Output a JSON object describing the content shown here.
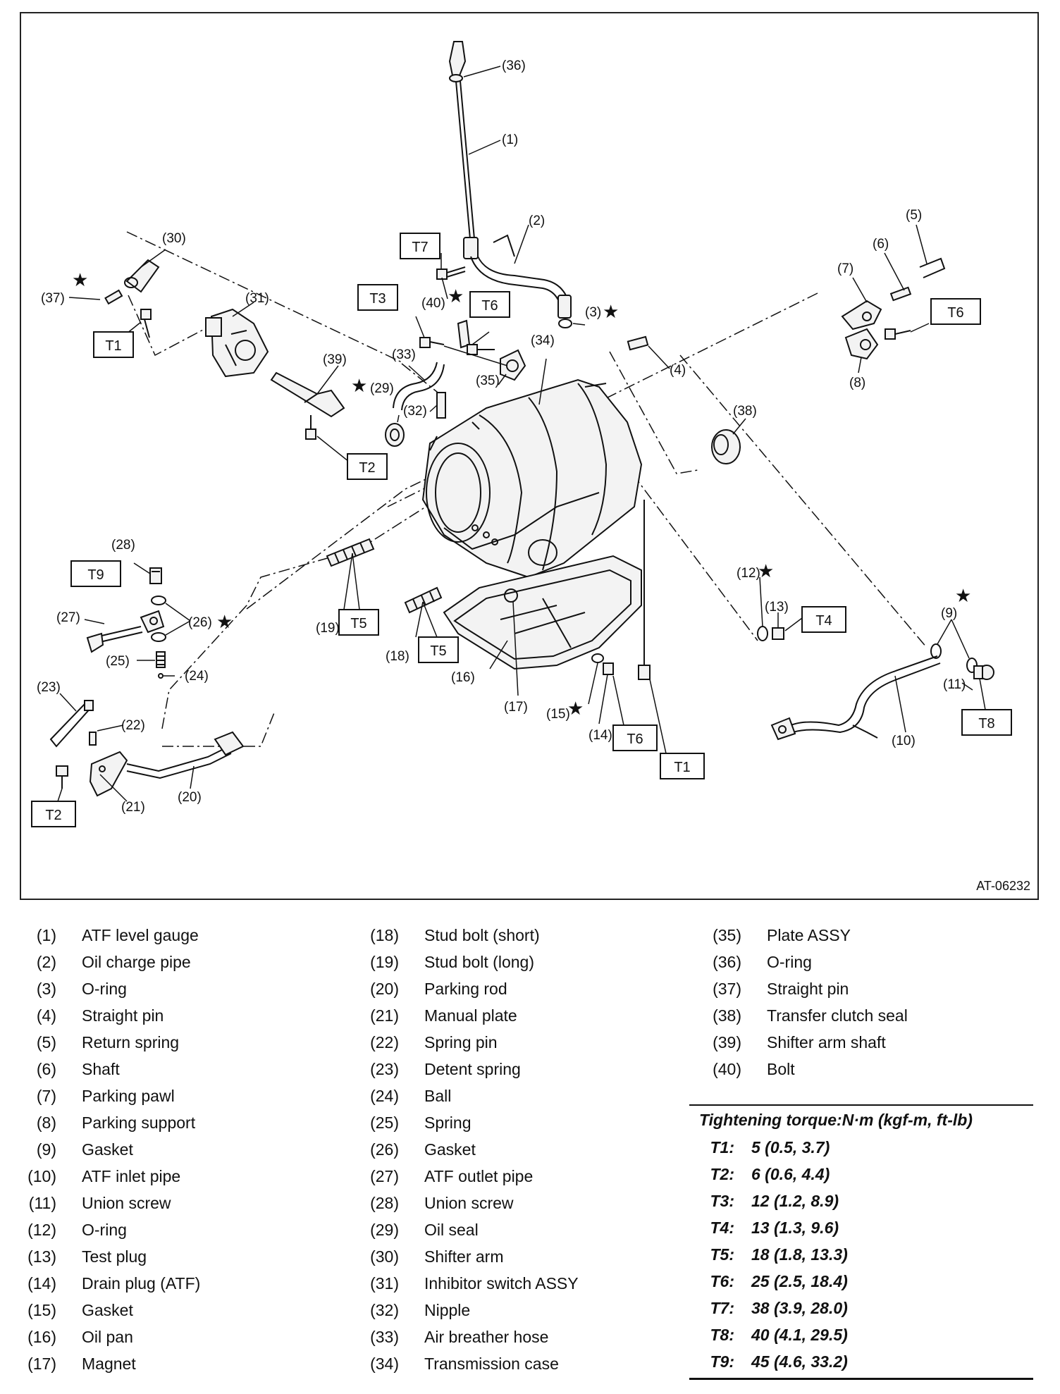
{
  "figure_id": "AT-06232",
  "callouts": {
    "c1": "(1)",
    "c2": "(2)",
    "c3": "(3)",
    "c4": "(4)",
    "c5": "(5)",
    "c6": "(6)",
    "c7": "(7)",
    "c8": "(8)",
    "c9": "(9)",
    "c10": "(10)",
    "c11": "(11)",
    "c12": "(12)",
    "c13": "(13)",
    "c14": "(14)",
    "c15": "(15)",
    "c16": "(16)",
    "c17": "(17)",
    "c18": "(18)",
    "c19": "(19)",
    "c20": "(20)",
    "c21": "(21)",
    "c22": "(22)",
    "c23": "(23)",
    "c24": "(24)",
    "c25": "(25)",
    "c26": "(26)",
    "c27": "(27)",
    "c28": "(28)",
    "c29": "(29)",
    "c30": "(30)",
    "c31": "(31)",
    "c32": "(32)",
    "c33": "(33)",
    "c34": "(34)",
    "c35": "(35)",
    "c36": "(36)",
    "c37": "(37)",
    "c38": "(38)",
    "c39": "(39)",
    "c40": "(40)"
  },
  "torque_tags": {
    "T1": "T1",
    "T2": "T2",
    "T3": "T3",
    "T4": "T4",
    "T5": "T5",
    "T6": "T6",
    "T7": "T7",
    "T8": "T8",
    "T9": "T9"
  },
  "star": "★",
  "legend": {
    "col1": [
      {
        "num": "(1)",
        "name": "ATF level gauge"
      },
      {
        "num": "(2)",
        "name": "Oil charge pipe"
      },
      {
        "num": "(3)",
        "name": "O-ring"
      },
      {
        "num": "(4)",
        "name": "Straight pin"
      },
      {
        "num": "(5)",
        "name": "Return spring"
      },
      {
        "num": "(6)",
        "name": "Shaft"
      },
      {
        "num": "(7)",
        "name": "Parking pawl"
      },
      {
        "num": "(8)",
        "name": "Parking support"
      },
      {
        "num": "(9)",
        "name": "Gasket"
      },
      {
        "num": "(10)",
        "name": "ATF inlet pipe"
      },
      {
        "num": "(11)",
        "name": "Union screw"
      },
      {
        "num": "(12)",
        "name": "O-ring"
      },
      {
        "num": "(13)",
        "name": "Test plug"
      },
      {
        "num": "(14)",
        "name": "Drain plug (ATF)"
      },
      {
        "num": "(15)",
        "name": "Gasket"
      },
      {
        "num": "(16)",
        "name": "Oil pan"
      },
      {
        "num": "(17)",
        "name": "Magnet"
      }
    ],
    "col2": [
      {
        "num": "(18)",
        "name": "Stud bolt (short)"
      },
      {
        "num": "(19)",
        "name": "Stud bolt (long)"
      },
      {
        "num": "(20)",
        "name": "Parking rod"
      },
      {
        "num": "(21)",
        "name": "Manual plate"
      },
      {
        "num": "(22)",
        "name": "Spring pin"
      },
      {
        "num": "(23)",
        "name": "Detent spring"
      },
      {
        "num": "(24)",
        "name": "Ball"
      },
      {
        "num": "(25)",
        "name": "Spring"
      },
      {
        "num": "(26)",
        "name": "Gasket"
      },
      {
        "num": "(27)",
        "name": "ATF outlet pipe"
      },
      {
        "num": "(28)",
        "name": "Union screw"
      },
      {
        "num": "(29)",
        "name": "Oil seal"
      },
      {
        "num": "(30)",
        "name": "Shifter arm"
      },
      {
        "num": "(31)",
        "name": "Inhibitor switch ASSY"
      },
      {
        "num": "(32)",
        "name": "Nipple"
      },
      {
        "num": "(33)",
        "name": "Air breather hose"
      },
      {
        "num": "(34)",
        "name": "Transmission case"
      }
    ],
    "col3": [
      {
        "num": "(35)",
        "name": "Plate ASSY"
      },
      {
        "num": "(36)",
        "name": "O-ring"
      },
      {
        "num": "(37)",
        "name": "Straight pin"
      },
      {
        "num": "(38)",
        "name": "Transfer clutch seal"
      },
      {
        "num": "(39)",
        "name": "Shifter arm shaft"
      },
      {
        "num": "(40)",
        "name": "Bolt"
      }
    ]
  },
  "torque": {
    "title": "Tightening torque:N·m (kgf-m, ft-lb)",
    "rows": [
      {
        "code": "T1:",
        "value": "5 (0.5, 3.7)"
      },
      {
        "code": "T2:",
        "value": "6 (0.6, 4.4)"
      },
      {
        "code": "T3:",
        "value": "12 (1.2, 8.9)"
      },
      {
        "code": "T4:",
        "value": "13 (1.3, 9.6)"
      },
      {
        "code": "T5:",
        "value": "18 (1.8, 13.3)"
      },
      {
        "code": "T6:",
        "value": "25 (2.5, 18.4)"
      },
      {
        "code": "T7:",
        "value": "38 (3.9, 28.0)"
      },
      {
        "code": "T8:",
        "value": "40 (4.1, 29.5)"
      },
      {
        "code": "T9:",
        "value": "45 (4.6, 33.2)"
      }
    ]
  }
}
